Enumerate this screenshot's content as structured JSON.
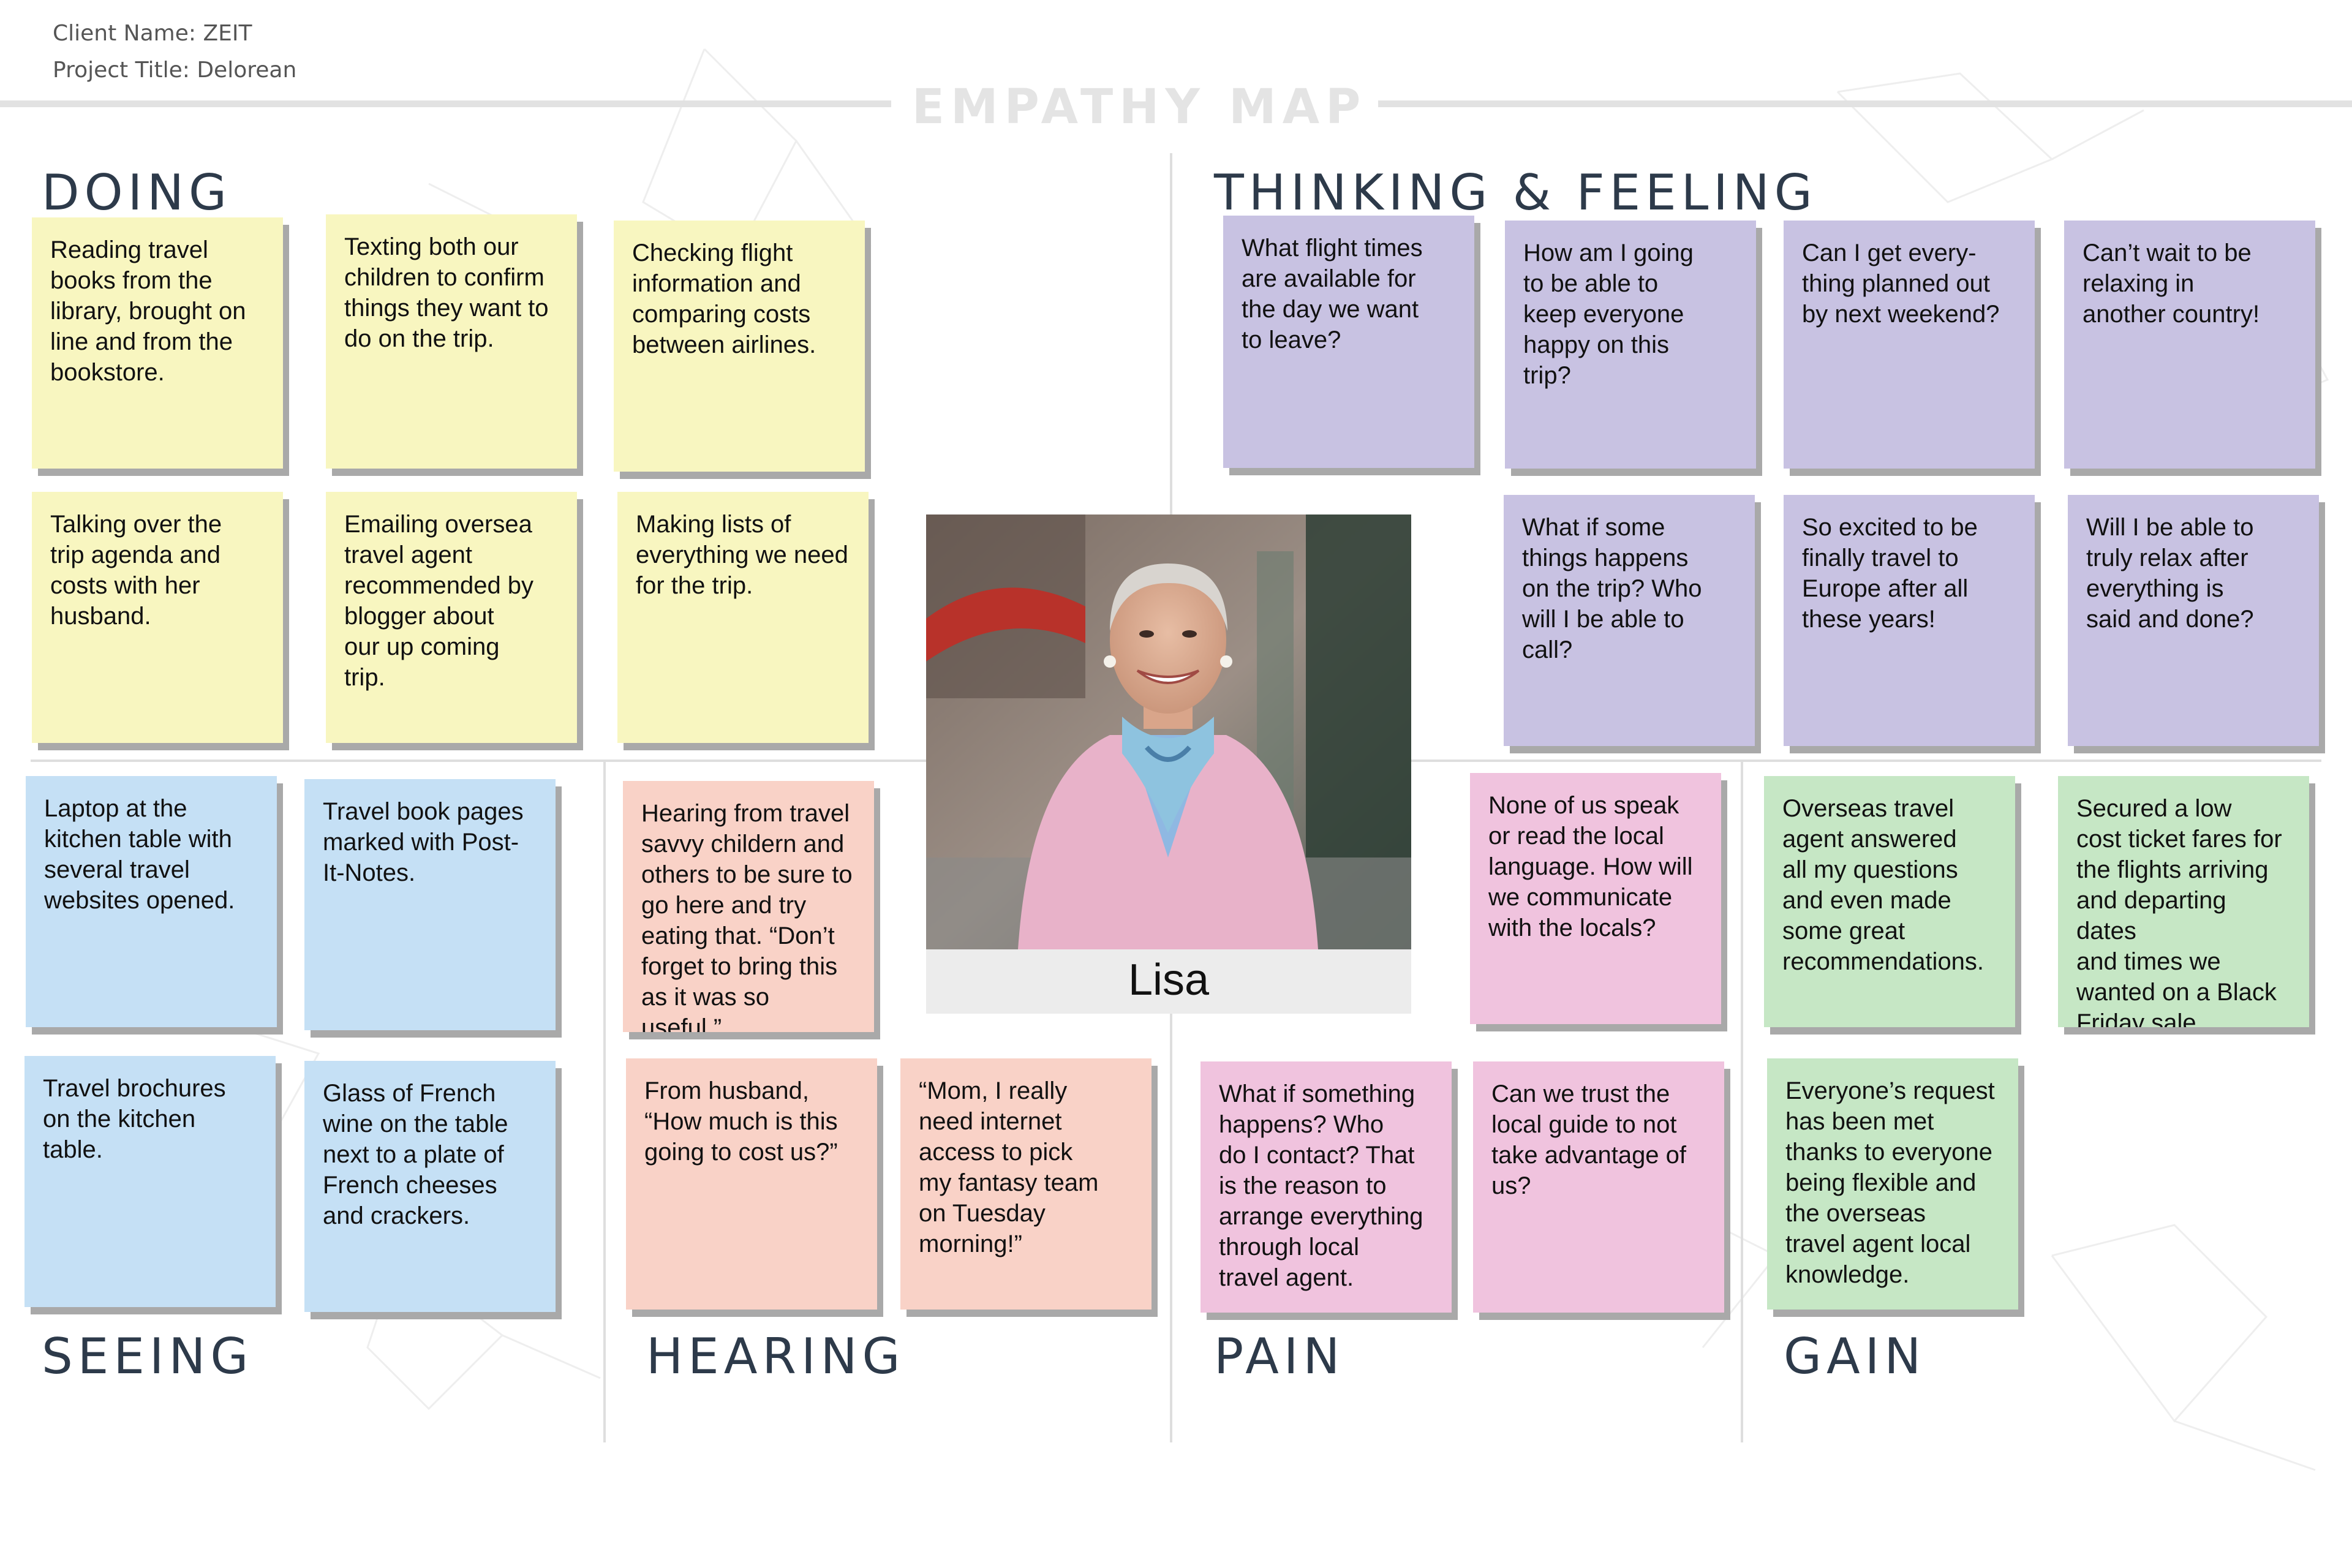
{
  "header": {
    "client_name": "Client Name: ZEIT",
    "project_title": "Project Title: Delorean",
    "map_title": "EMPATHY MAP"
  },
  "sections": {
    "doing": "DOING",
    "thinking_feeling": "THINKING & FEELING",
    "seeing": "SEEING",
    "hearing": "HEARING",
    "pain": "PAIN",
    "gain": "GAIN"
  },
  "persona": {
    "name": "Lisa"
  },
  "colors": {
    "yellow": "#f8f6c0",
    "purple": "#c8c2e2",
    "blue": "#c5e0f5",
    "salmon": "#f9d2c7",
    "pink": "#f0c3de",
    "green": "#c6e7c5",
    "label": "#2d3a4a"
  },
  "notes": {
    "doing": [
      "Reading travel\nbooks from the\nlibrary, brought on\nline and from the\nbookstore.",
      "Texting both our\nchildren to confirm\nthings they want to\ndo on the trip.",
      "Checking flight\ninformation and\ncomparing costs\nbetween airlines.",
      "Talking over the\ntrip agenda and\ncosts with her\nhusband.",
      "Emailing oversea\ntravel agent\nrecommended by\nblogger about\nour up coming\ntrip.",
      "Making lists of\neverything we need\nfor the trip."
    ],
    "thinking": [
      "What flight times\nare available for\nthe day we want\nto leave?",
      "How am I going\nto be able to\nkeep everyone\nhappy on this\ntrip?",
      "Can I get every-\nthing planned out\nby next weekend?",
      "Can’t wait to be\nrelaxing in\nanother country!",
      "What if some\nthings happens\non the trip?  Who\nwill I be able to\ncall?",
      "So excited to be\nfinally travel to\nEurope after all\nthese years!",
      "Will I be able to\ntruly relax after\neverything is\nsaid and done?"
    ],
    "seeing": [
      "Laptop at the\nkitchen table with\nseveral travel\nwebsites opened.",
      "Travel book pages\nmarked with Post-\nIt-Notes.",
      "Travel brochures\non the kitchen\ntable.",
      "Glass of French\nwine on the table\nnext to a plate of\nFrench cheeses\nand crackers."
    ],
    "hearing": [
      "Hearing from travel\nsavvy childern and\nothers to be sure to\ngo here and try\neating that.  “Don’t\nforget to bring this\nas it was so useful.”",
      "From husband,\n“How much is this\ngoing to cost us?”",
      "“Mom, I really\nneed internet\naccess to pick\nmy fantasy team\non Tuesday\nmorning!”"
    ],
    "pain": [
      "None of us speak\nor read the local\nlanguage.  How will\nwe communicate\nwith the locals?",
      "What if something\nhappens?  Who\ndo I contact?  That\nis the reason to\narrange everything\nthrough local\ntravel agent.",
      "Can we trust the\nlocal guide to not\ntake advantage of\nus?"
    ],
    "gain": [
      "Overseas travel\nagent answered\nall my questions\nand even made\nsome great\nrecommendations.",
      "Secured a low\ncost ticket fares for\nthe flights arriving\nand departing dates\nand times we\nwanted on a Black\nFriday sale.",
      "Everyone’s request\nhas been met\nthanks to everyone\nbeing flexible and\nthe overseas\ntravel agent local\nknowledge."
    ]
  }
}
